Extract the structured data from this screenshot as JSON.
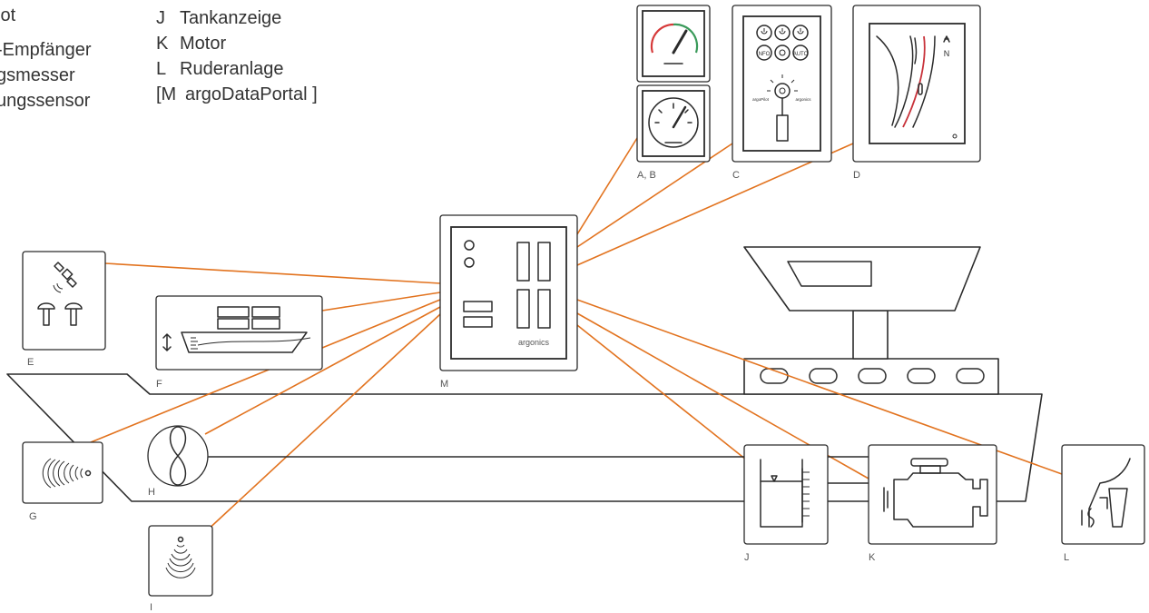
{
  "legend_left": [
    {
      "text": "lot"
    },
    {
      "text": "-Empfänger"
    },
    {
      "text": "gsmesser"
    },
    {
      "text": "ungssensor"
    }
  ],
  "legend_right": [
    {
      "key": "J",
      "text": "Tankanzeige"
    },
    {
      "key": "K",
      "text": "Motor"
    },
    {
      "key": "L",
      "text": "Ruderanlage"
    },
    {
      "key": "[M",
      "text": "argoDataPortal ]"
    }
  ],
  "device_labels": {
    "ab": "A, B",
    "c": "C",
    "d": "D",
    "e": "E",
    "f": "F",
    "g": "G",
    "h": "H",
    "i": "I",
    "j": "J",
    "k": "K",
    "l": "L",
    "m": "M"
  },
  "hub": {
    "brand": "argonics"
  },
  "panel_c": {
    "brand_left": "argoPilot",
    "brand_right": "argonics",
    "btn_nfo": "NFO",
    "btn_auto": "AUTO"
  },
  "chart_d": {
    "north": "N"
  },
  "colors": {
    "wire": "#e2731f",
    "outline": "#2b2b2b",
    "gauge_red": "#d63a3a",
    "gauge_green": "#3a9a5a",
    "route": "#c8323a"
  }
}
